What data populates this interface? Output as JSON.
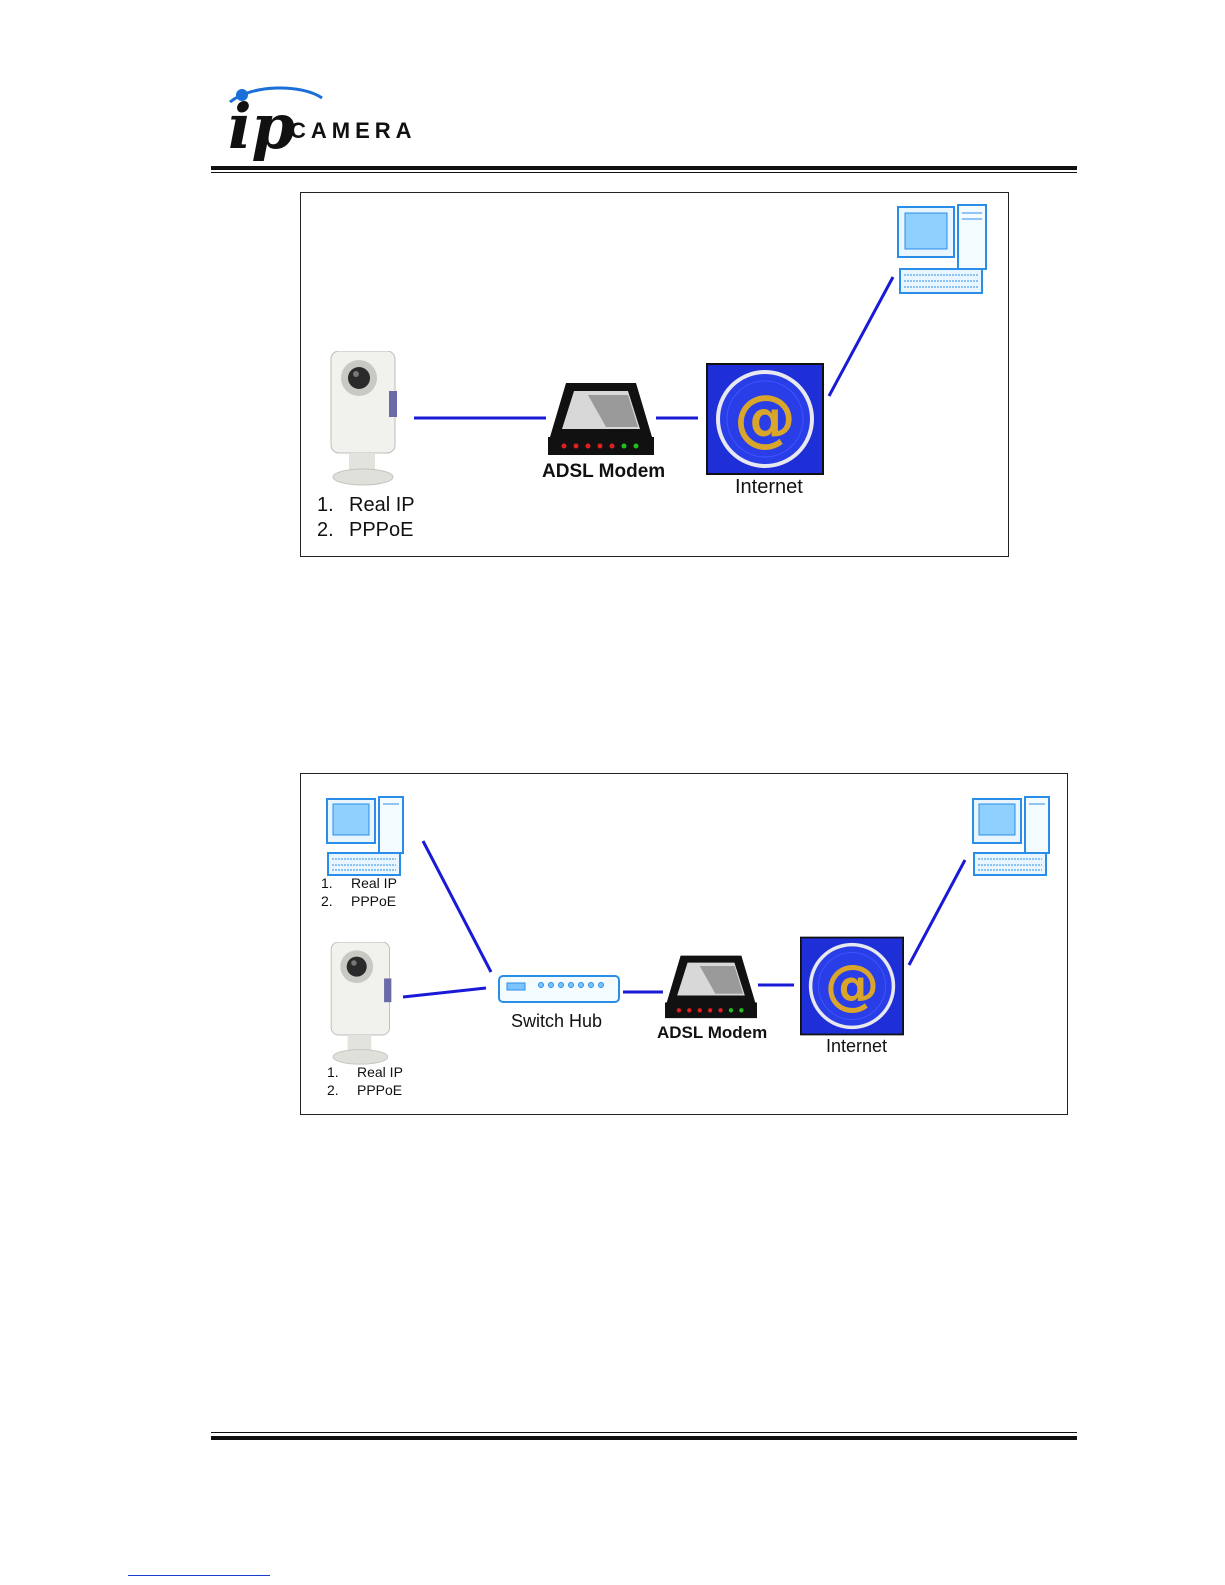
{
  "header": {
    "logo_icon": "ip-camera-logo-icon",
    "logo_text": "CAMERA"
  },
  "diagram1": {
    "camera_options": [
      "Real IP",
      "PPPoE"
    ],
    "modem_label": "ADSL Modem",
    "internet_label": "Internet"
  },
  "diagram2": {
    "pc_options": [
      "Real IP",
      "PPPoE"
    ],
    "camera_options": [
      "Real IP",
      "PPPoE"
    ],
    "switch_label": "Switch Hub",
    "modem_label": "ADSL Modem",
    "internet_label": "Internet"
  },
  "colors": {
    "link_line": "#1a1ad6",
    "internet_bg": "#1f2fd8",
    "at_sign": "#d9a52a",
    "pc_outline": "#2a8ee8",
    "modem_dark": "#111111"
  }
}
